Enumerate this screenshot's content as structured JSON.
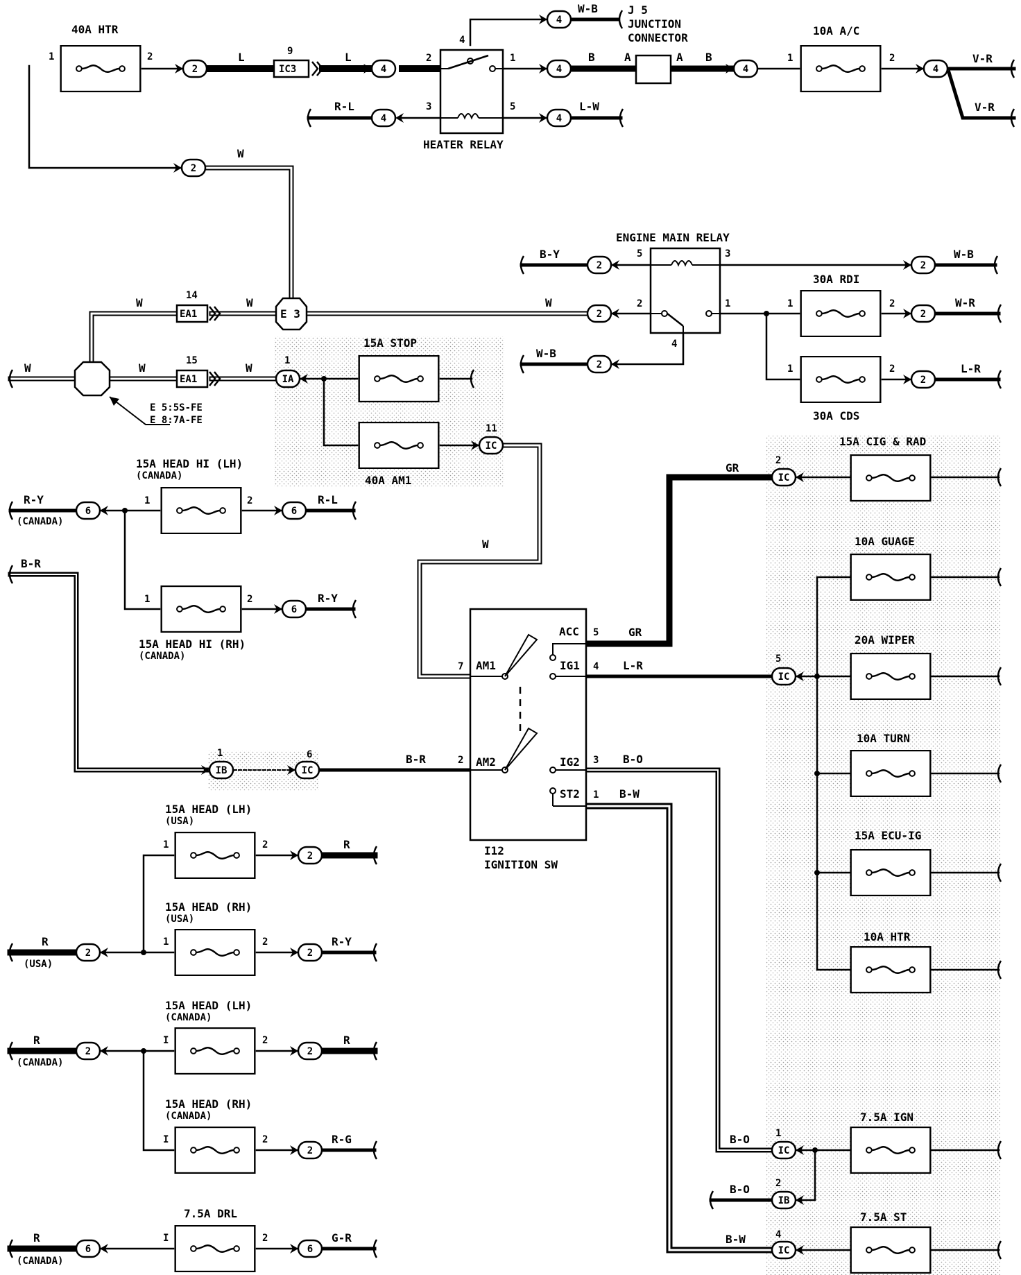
{
  "fuses": {
    "htr40": "40A HTR",
    "ac10": "10A A/C",
    "rdi30": "30A RDI",
    "cds30": "30A CDS",
    "stop15": "15A STOP",
    "am1_40": "40A AM1",
    "headhi_lh": "15A HEAD HI (LH)",
    "headhi_rh": "15A HEAD HI (RH)",
    "cig_rad": "15A CIG & RAD",
    "gauge": "10A GUAGE",
    "wiper": "20A WIPER",
    "turn": "10A TURN",
    "ecu_ig": "15A ECU-IG",
    "htr10": "10A HTR",
    "ign": "7.5A IGN",
    "st": "7.5A ST",
    "head_lh_usa": "15A HEAD (LH)",
    "head_rh_usa": "15A HEAD (RH)",
    "head_lh_can": "15A HEAD (LH)",
    "head_rh_can": "15A HEAD (RH)",
    "drl": "7.5A DRL"
  },
  "notes": {
    "canada": "(CANADA)",
    "usa": "(USA)"
  },
  "components": {
    "junction_line1": "J 5",
    "junction_line2": "JUNCTION",
    "junction_line3": "CONNECTOR",
    "heater_relay": "HEATER RELAY",
    "engine_main_relay": "ENGINE MAIN RELAY",
    "ignition_id": "I12",
    "ignition_name": "IGNITION SW",
    "e3": "E 3",
    "ea1": "EA1",
    "ic3": "IC3",
    "e5_note": "E 5:5S-FE",
    "e8_note": "E 8:7A-FE"
  },
  "terminals": {
    "acc": "ACC",
    "ig1": "IG1",
    "am1": "AM1",
    "am2": "AM2",
    "ig2": "IG2",
    "st2": "ST2"
  },
  "wires": {
    "w": "W",
    "l": "L",
    "b": "B",
    "a": "A",
    "wb": "W-B",
    "rl": "R-L",
    "lw": "L-W",
    "vr": "V-R",
    "by": "B-Y",
    "wr": "W-R",
    "lr": "L-R",
    "ry": "R-Y",
    "br": "B-R",
    "gr": "GR",
    "bo": "B-O",
    "bw": "B-W",
    "r": "R",
    "rg": "R-G",
    "gr2": "G-R"
  },
  "connectors": {
    "c2": "2",
    "c4": "4",
    "c6": "6",
    "ia": "IA",
    "ib": "IB",
    "ic": "IC"
  },
  "pins": {
    "p1": "1",
    "p2": "2",
    "p3": "3",
    "p4": "4",
    "p5": "5",
    "p6": "6",
    "p7": "7",
    "p9": "9",
    "p11": "11",
    "p14": "14",
    "p15": "15",
    "pI": "I"
  }
}
